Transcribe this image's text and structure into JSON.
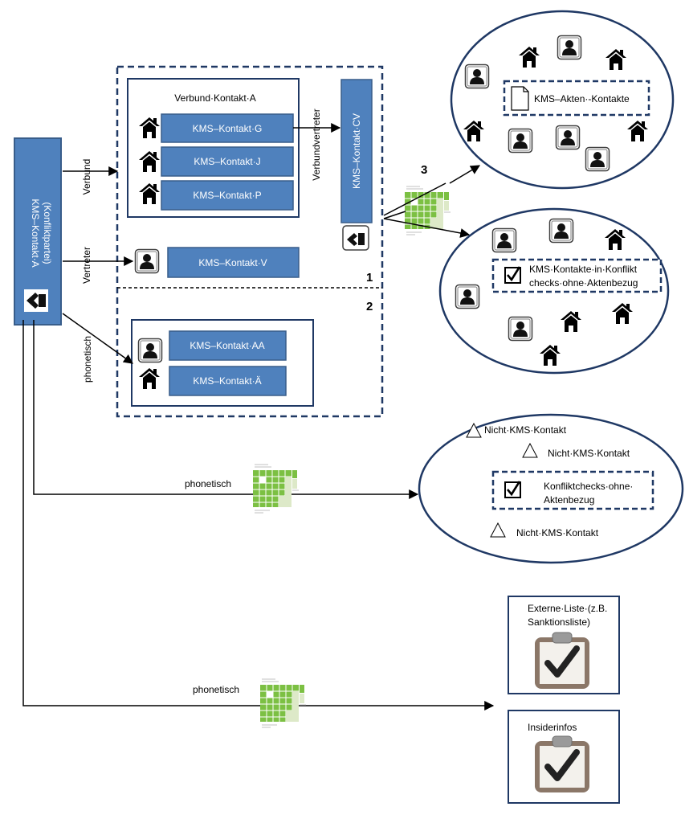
{
  "source": {
    "line1": "KMS–Kontakt·A",
    "line2": "(Konfliktpartei)"
  },
  "edges": {
    "verbund": "Verbund",
    "vertreter": "Vertreter",
    "phonetisch_mid": "phonetisch",
    "phonetisch_lower": "phonetisch",
    "phonetisch_bottom": "phonetisch",
    "verbundvertreter": "Verbundvertreter"
  },
  "group": {
    "title": "Verbund·Kontakt·A",
    "items": [
      "KMS–Kontakt·G",
      "KMS–Kontakt·J",
      "KMS–Kontakt·P"
    ]
  },
  "cv_box": "KMS–Kontakt·CV",
  "vertreter_box": "KMS–Kontakt·V",
  "phonetic_items": [
    "KMS–Kontakt·AA",
    "KMS–Kontakt·Ä"
  ],
  "region_numbers": {
    "one": "1",
    "two": "2",
    "three": "3"
  },
  "ellipse_akten": {
    "label": "KMS–Akten·-Kontakte"
  },
  "ellipse_konflikt": {
    "line1": "KMS·Kontakte·in·Konflikt",
    "line2": "checks·ohne·Aktenbezug"
  },
  "ellipse_nonkms": {
    "item1": "Nicht·KMS·Kontakt",
    "item2": "Nicht·KMS·Kontakt",
    "box_line1": "Konfliktchecks·ohne·",
    "box_line2": "Aktenbezug",
    "item3": "Nicht·KMS·Kontakt"
  },
  "externe": {
    "line1": "Externe·Liste·(z.B.",
    "line2": "Sanktionsliste)"
  },
  "insider": {
    "line1": "Insiderinfos"
  },
  "icons": [
    "house-icon",
    "person-icon",
    "checkbox-icon",
    "document-icon",
    "triangle-icon",
    "spreadsheet-icon",
    "clipboard-check-icon",
    "handshake-icon"
  ],
  "colors": {
    "box_fill": "#4f81bd",
    "box_border": "#385d8a",
    "dash": "#1f3864",
    "sheet_green": "#7cc043"
  }
}
